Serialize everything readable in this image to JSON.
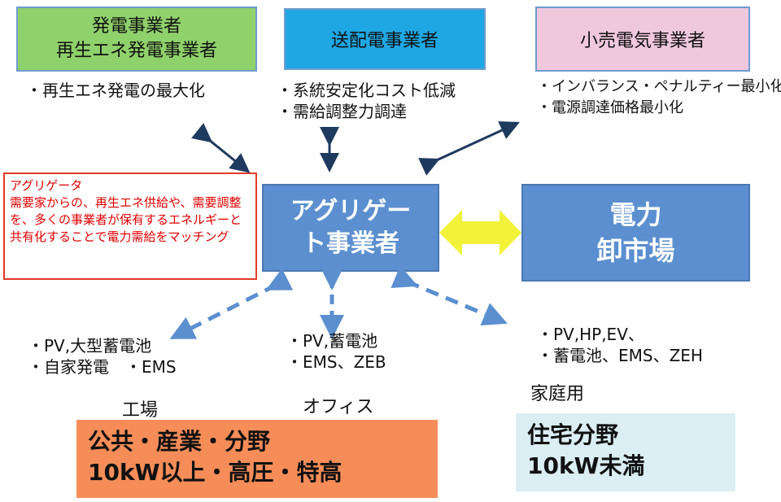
{
  "top_boxes": {
    "generator": {
      "line1": "発電事業者",
      "line2": "再生エネ発電事業者"
    },
    "transmission": {
      "line1": "送配電事業者"
    },
    "retail": {
      "line1": "小売電気事業者"
    }
  },
  "top_bullets": {
    "generator": [
      "・再生エネ発電の最大化"
    ],
    "transmission": [
      "・系統安定化コスト低減",
      "・需給調整力調達"
    ],
    "retail": [
      "・インバランス・ペナルティー最小化",
      "・電源調達価格最小化"
    ]
  },
  "note": {
    "title": "アグリゲータ",
    "text": "需要家からの、再生エネ供給や、需要調整を、多くの事業者が保有するエネルギーと共有化することで電力需給をマッチング"
  },
  "aggregator": {
    "line1": "アグリゲー",
    "line2": "ト事業者"
  },
  "market": {
    "line1": "電力",
    "line2": "卸市場"
  },
  "bottom_bullets": {
    "factory": [
      "・PV,大型蓄電池",
      "・自家発電　・EMS"
    ],
    "office": [
      "・PV,蓄電池",
      "・EMS、ZEB"
    ],
    "home": [
      "・PV,HP,EV、",
      "・蓄電池、EMS、ZEH"
    ]
  },
  "labels": {
    "factory": "工場",
    "office": "オフィス",
    "home": "家庭用"
  },
  "sectors": {
    "public": {
      "line1": "公共・産業・分野",
      "line2": "10kW以上・高圧・特高"
    },
    "residential": {
      "line1": "住宅分野",
      "line2": "10kW未満"
    }
  },
  "colors": {
    "generator_fill": "#8fd16a",
    "transmission_fill": "#1ea7e3",
    "retail_fill": "#f0c8dd",
    "hub_fill": "#5b8fcf",
    "note_border": "#e23b2a",
    "note_text": "#e00000",
    "arrow_dark": "#1f3a5f",
    "arrow_dashed": "#5b8fcf",
    "double_arrow": "#f2f23a",
    "public_fill": "#f68d59",
    "residential_fill": "#daeef3"
  }
}
